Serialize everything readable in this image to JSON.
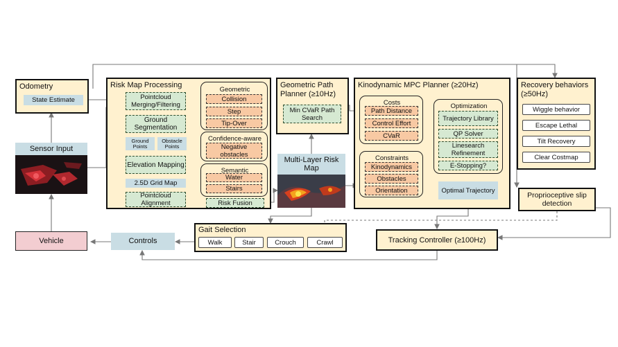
{
  "odometry": {
    "title": "Odometry",
    "state_estimate": "State Estimate"
  },
  "sensor_input": {
    "label": "Sensor Input"
  },
  "vehicle": {
    "label": "Vehicle"
  },
  "controls": {
    "label": "Controls"
  },
  "risk_map_processing": {
    "title": "Risk Map Processing",
    "pointcloud_merging": "Pointcloud Merging/Filtering",
    "ground_segmentation": "Ground Segmentation",
    "ground_points": "Ground Points",
    "obstacle_points": "Obstacle Points",
    "elevation_mapping": "Elevation Mapping",
    "grid_map": "2.5D Grid Map",
    "pointcloud_alignment": "Pointcloud Alignment",
    "geometric": {
      "title": "Geometric",
      "items": [
        "Collision",
        "Step",
        "Tip-Over"
      ]
    },
    "confidence": {
      "title": "Confidence-aware",
      "items": [
        "Negative obstacles"
      ]
    },
    "semantic": {
      "title": "Semantic",
      "items": [
        "Water",
        "Stairs"
      ]
    },
    "risk_fusion": "Risk Fusion"
  },
  "geometric_path_planner": {
    "title": "Geometric Path Planner (≥10Hz)",
    "search": "Min CVaR Path Search"
  },
  "multi_layer_risk_map": {
    "label": "Multi-Layer Risk Map"
  },
  "kinodynamic_mpc": {
    "title": "Kinodynamic MPC Planner (≥20Hz)",
    "costs": {
      "title": "Costs",
      "items": [
        "Path Distance",
        "Control Effort",
        "CVaR"
      ]
    },
    "constraints": {
      "title": "Constraints",
      "items": [
        "Kinodynamics",
        "Obstacles",
        "Orientation"
      ]
    },
    "optimization": {
      "title": "Optimization",
      "items": [
        "Trajectory Library",
        "QP Solver",
        "Linesearch Refinement",
        "E-Stopping?"
      ]
    },
    "optimal_trajectory": "Optimal Trajectory"
  },
  "recovery": {
    "title": "Recovery behaviors (≥50Hz)",
    "items": [
      "Wiggle behavior",
      "Escape Lethal",
      "Tilt Recovery",
      "Clear Costmap"
    ]
  },
  "slip_detection": {
    "label": "Proprioceptive slip detection"
  },
  "gait_selection": {
    "title": "Gait Selection",
    "items": [
      "Walk",
      "Stair",
      "Crouch",
      "Crawl"
    ]
  },
  "tracking_controller": {
    "label": "Tracking Controller (≥100Hz)"
  },
  "colors": {
    "panel": "#fff1cf",
    "green_module": "#d6e9d2",
    "orange_module": "#f8c9a3",
    "blue_module": "#c9dde4",
    "vehicle": "#f3cdd1"
  }
}
